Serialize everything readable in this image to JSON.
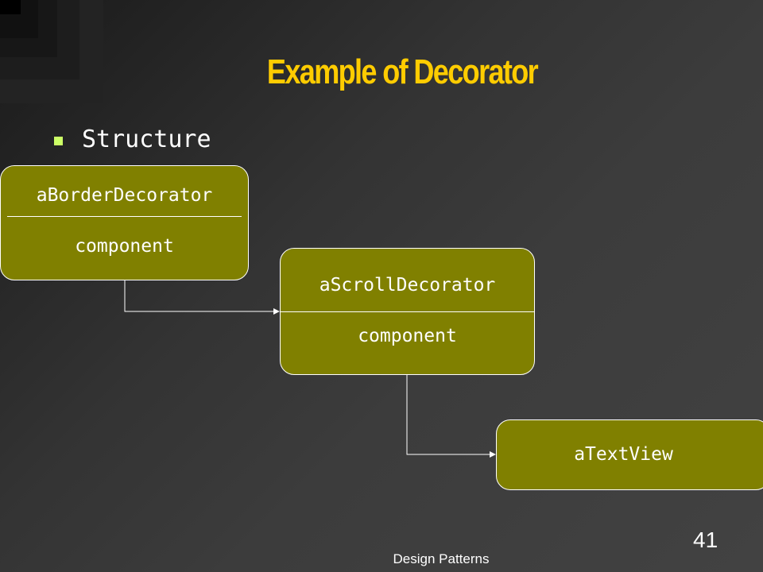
{
  "slide": {
    "title": "Example of Decorator",
    "bullet": "Structure",
    "page_number": "41",
    "footer": "Design Patterns"
  },
  "diagram": {
    "border_decorator": {
      "name": "aBorderDecorator",
      "field": "component"
    },
    "scroll_decorator": {
      "name": "aScrollDecorator",
      "field": "component"
    },
    "text_view": {
      "name": "aTextView"
    }
  },
  "colors": {
    "title": "#ffcc00",
    "bullet": "#ccff66",
    "box_fill": "#808000",
    "text": "#ffffff"
  }
}
